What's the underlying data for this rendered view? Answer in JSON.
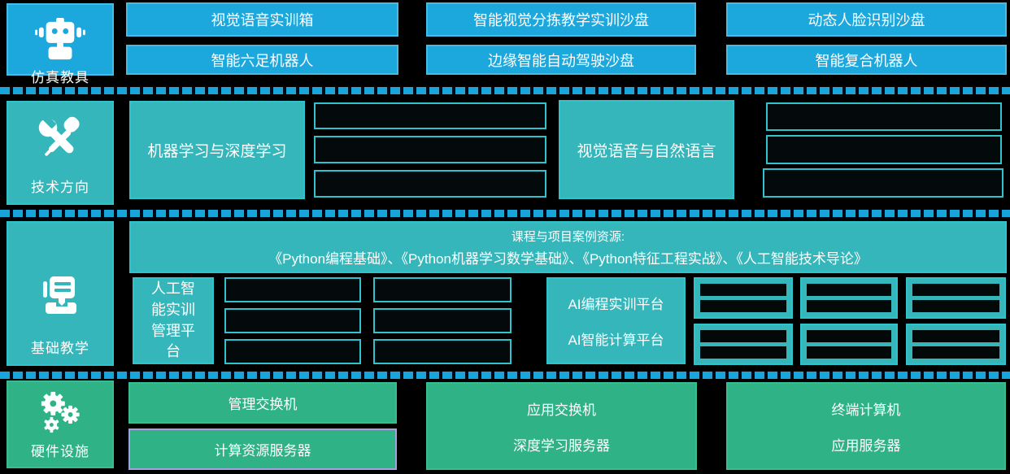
{
  "palette": {
    "background": "#000000",
    "blue": "#1DA8DD",
    "teal": "#35B6BA",
    "cyan_border": "#2FC3CC",
    "green": "#2EB286",
    "lavender_border": "#A2A2DE",
    "dash_line": "#18A5DB"
  },
  "simulation_row": {
    "category": "仿真教具",
    "icon": "robot-icon",
    "items": {
      "col1_top": "视觉语音实训箱",
      "col1_bottom": "智能六足机器人",
      "col2_top": "智能视觉分拣教学实训沙盘",
      "col2_bottom": "边缘智能自动驾驶沙盘",
      "col3_top": "动态人脸识别沙盘",
      "col3_bottom": "智能复合机器人"
    }
  },
  "tech_row": {
    "category": "技术方向",
    "icon": "tools-icon",
    "ml_box": "机器学习与深度学习",
    "nlp_box": "视觉语音与自然语言"
  },
  "teaching_row": {
    "category": "基础教学",
    "icon": "lectern-icon",
    "resource_title": "课程与项目案例资源:",
    "resource_courses": "《Python编程基础》、《Python机器学习数学基础》、《Python特征工程实战》、《人工智能技术导论》",
    "mgmt_platform": "人工智能实训管理平台",
    "ai_coding_platform": "AI编程实训平台",
    "ai_computing_platform": "AI智能计算平台"
  },
  "hardware_row": {
    "category": "硬件设施",
    "icon": "gears-icon",
    "mgmt_switch": "管理交换机",
    "compute_server": "计算资源服务器",
    "app_switch": "应用交换机",
    "dl_server": "深度学习服务器",
    "terminal_pc": "终端计算机",
    "app_server": "应用服务器"
  }
}
